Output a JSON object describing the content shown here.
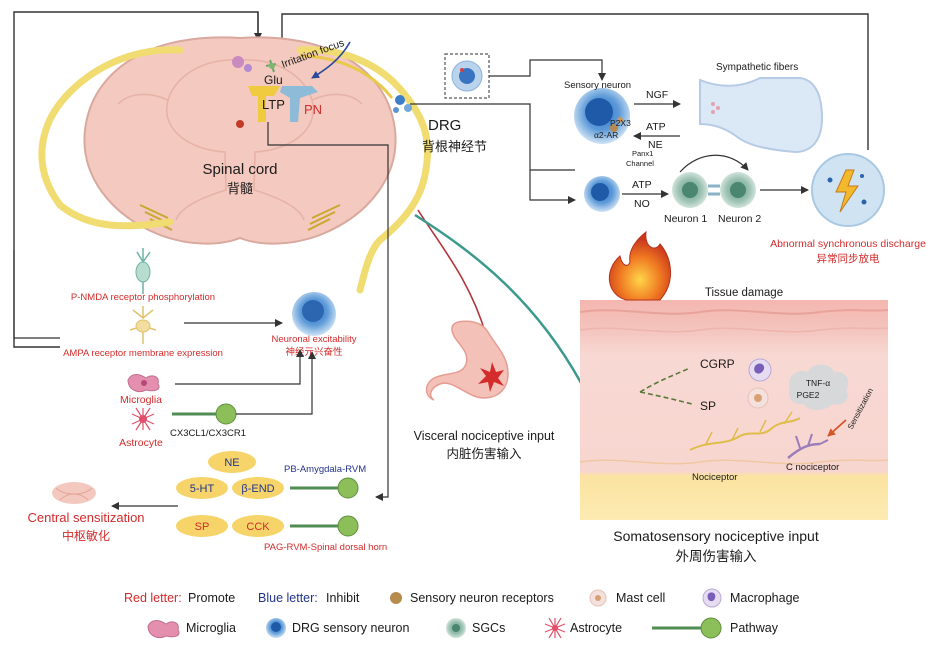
{
  "spinal": {
    "title_en": "Spinal cord",
    "title_cn": "背髓",
    "irritation": "Irritation focus",
    "glu": "Glu",
    "ltp": "LTP",
    "pn": "PN"
  },
  "drg": {
    "title_en": "DRG",
    "title_cn": "背根神经节",
    "sensory_neuron": "Sensory neuron",
    "sympathetic": "Sympathetic fibers",
    "ngf": "NGF",
    "atp1": "ATP",
    "ne1": "NE",
    "p2x3": "P2X3",
    "a2ar": "α2-AR",
    "panx": "Panx1",
    "channel": "Channel",
    "atp2": "ATP",
    "no": "NO",
    "neuron1": "Neuron 1",
    "neuron2": "Neuron 2",
    "abnormal_en": "Abnormal synchronous discharge",
    "abnormal_cn": "异常同步放电"
  },
  "central": {
    "nmda": "P-NMDA receptor phosphorylation",
    "ampa": "AMPA receptor membrane expression",
    "excit_en": "Neuronal excitability",
    "excit_cn": "神经元兴奋性",
    "microglia": "Microglia",
    "astrocyte": "Astrocyte",
    "cx3": "CX3CL1/CX3CR1",
    "ne": "NE",
    "ht5": "5-HT",
    "bend": "β-END",
    "sp": "SP",
    "cck": "CCK",
    "pb": "PB-Amygdala-RVM",
    "pag": "PAG-RVM-Spinal dorsal horn",
    "sens_en": "Central sensitization",
    "sens_cn": "中枢敏化"
  },
  "visceral": {
    "en": "Visceral nociceptive input",
    "cn": "内脏伤害输入"
  },
  "soma": {
    "tissue": "Tissue damage",
    "cgrp": "CGRP",
    "sp": "SP",
    "tnf": "TNF-α",
    "pge2": "PGE2",
    "sensitization": "Sensitization",
    "nociceptor": "Nociceptor",
    "cnoc": "C nociceptor",
    "en": "Somatosensory nociceptive input",
    "cn": "外周伤害输入"
  },
  "legend": {
    "red_letter": "Red letter:",
    "promote": "Promote",
    "blue_letter": "Blue letter:",
    "inhibit": "Inhibit",
    "receptors": "Sensory neuron receptors",
    "mast": "Mast cell",
    "macrophage": "Macrophage",
    "microglia": "Microglia",
    "drg_neuron": "DRG sensory neuron",
    "sgcs": "SGCs",
    "astrocyte": "Astrocyte",
    "pathway": "Pathway"
  },
  "colors": {
    "red": "#d42b2b",
    "blue": "#23348c",
    "spinal_fill": "#f4c9bf",
    "nerve": "#e8d45a",
    "pathway_green": "#8cbf5a",
    "node_yellow": "#f6d46a"
  }
}
